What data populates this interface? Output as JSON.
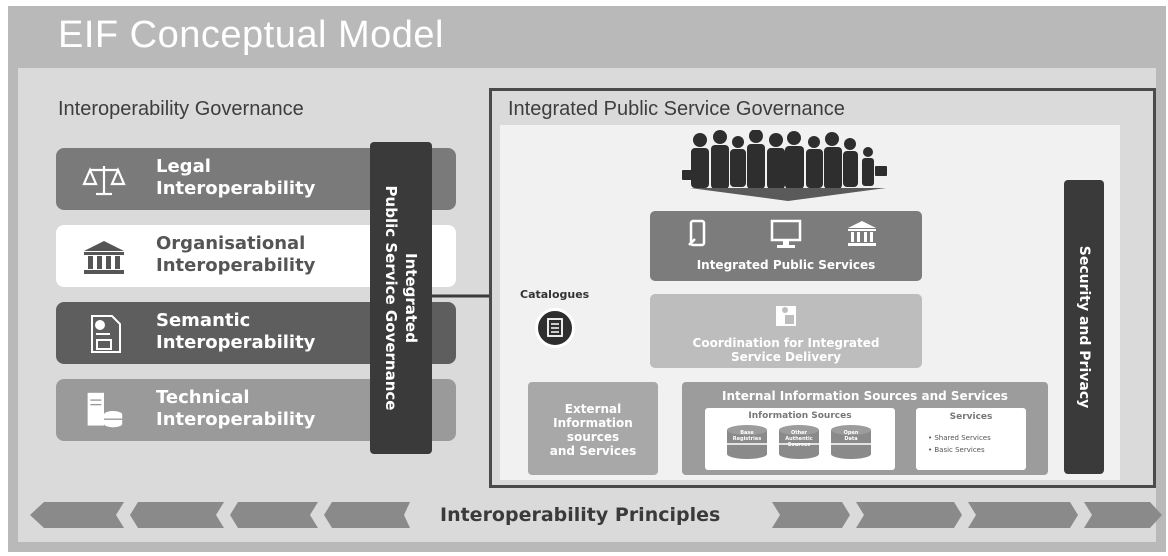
{
  "title": "EIF Conceptual Model",
  "interoperability_governance": {
    "title": "Interoperability Governance",
    "layers": [
      {
        "label_line1": "Legal",
        "label_line2": "Interoperability",
        "icon": "scales-icon"
      },
      {
        "label_line1": "Organisational",
        "label_line2": "Interoperability",
        "icon": "institution-icon"
      },
      {
        "label_line1": "Semantic",
        "label_line2": "Interoperability",
        "icon": "document-chart-icon"
      },
      {
        "label_line1": "Technical",
        "label_line2": "Interoperability",
        "icon": "server-database-icon"
      }
    ],
    "ipsg_bar_line1": "Integrated",
    "ipsg_bar_line2": "Public Service Governance"
  },
  "integrated_public_service_governance": {
    "title": "Integrated Public Service Governance",
    "integrated_public_services": "Integrated Public Services",
    "coordination_line1": "Coordination for Integrated",
    "coordination_line2": "Service Delivery",
    "catalogues": "Catalogues",
    "security": "Security and Privacy",
    "external": {
      "line1": "External",
      "line2": "Information",
      "line3": "sources",
      "line4": "and Services"
    },
    "internal": {
      "title": "Internal Information Sources and Services",
      "information_sources": "Information Sources",
      "sources": [
        {
          "line1": "Base",
          "line2": "Registries",
          "line3": ""
        },
        {
          "line1": "Other",
          "line2": "Authentic",
          "line3": "Sources"
        },
        {
          "line1": "Open",
          "line2": "Data",
          "line3": ""
        }
      ],
      "services_title": "Services",
      "services": [
        "Shared Services",
        "Basic Services"
      ]
    }
  },
  "principles": "Interoperability Principles",
  "colors": {
    "outer": "#b9b9b9",
    "inner": "#dadada",
    "dark": "#3a3a3a"
  }
}
